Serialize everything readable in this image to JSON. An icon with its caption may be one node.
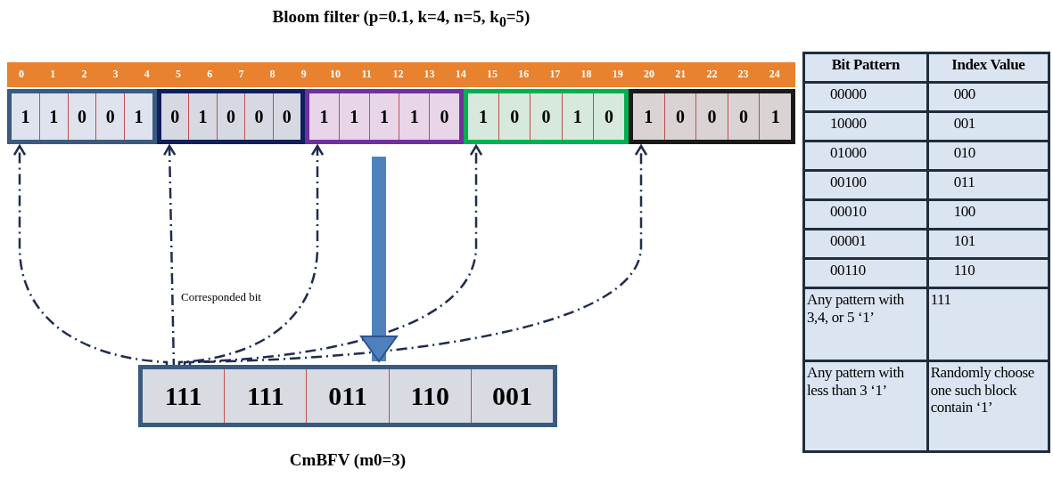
{
  "diagram": {
    "title": "Bloom filter (p=0.1, k=4, n=5, k$_{0}$=5)",
    "nodes": [
      {
        "text": [],
        "shape": "box"
      },
      {
        "text": [
          "1",
          "1",
          "0",
          "0",
          "1"
        ],
        "in": 0
      },
      {
        "text": [
          "0",
          "1",
          "0",
          "0",
          "0"
        ],
        "in": 0
      },
      {
        "text": [
          "1",
          "1",
          "1",
          "1",
          "0"
        ],
        "in": 0
      },
      {
        "text": [
          "1",
          "0",
          "0",
          "1",
          "0"
        ],
        "in": 0
      },
      {
        "text": [
          "1",
          "0",
          "0",
          "0",
          "1"
        ],
        "in": 0
      },
      {
        "text": [
          "CmBFV (m0=3)"
        ]
      },
      {
        "text": [
          "111"
        ],
        "in": 6
      },
      {
        "text": [
          "111"
        ],
        "in": 6
      },
      {
        "text": [
          "011"
        ],
        "in": 6
      },
      {
        "text": [
          "110"
        ],
        "in": 6
      },
      {
        "text": [
          "001"
        ],
        "in": 6
      }
    ],
    "edges": [
      {
        "from": 7,
        "to": 1,
        "arrow": "to",
        "style": "dashed"
      },
      {
        "from": 7,
        "to": 2,
        "arrow": "to",
        "style": "dashed",
        "label": "Corresponded bit"
      },
      {
        "from": 7,
        "to": 3,
        "arrow": "to",
        "style": "dashed"
      },
      {
        "from": 7,
        "to": 4,
        "arrow": "to",
        "style": "dashed"
      },
      {
        "from": 7,
        "to": 5,
        "arrow": "to",
        "style": "dashed"
      },
      {
        "from": 0,
        "to": 6,
        "arrow": "to",
        "style": "thick",
        "color": "#4f81bd"
      }
    ],
    "labels": [
      "0",
      "1",
      "2",
      "3",
      "4",
      "5",
      "6",
      "7",
      "8",
      "9",
      "10",
      "11",
      "12",
      "13",
      "14",
      "15",
      "16",
      "17",
      "18",
      "19",
      "20",
      "21",
      "22",
      "23",
      "24",
      "Bit Pattern",
      "Index Value",
      "00000",
      "000",
      "10000",
      "001",
      "01000",
      "010",
      "00100",
      "011",
      "00010",
      "100",
      "00001",
      "101",
      "00110",
      "110",
      "Any pattern with 3,4, or 5 ‘1’",
      "111",
      "Any pattern with less than 3 ‘1’",
      "Randomly choose one such block contain ‘1’"
    ]
  }
}
